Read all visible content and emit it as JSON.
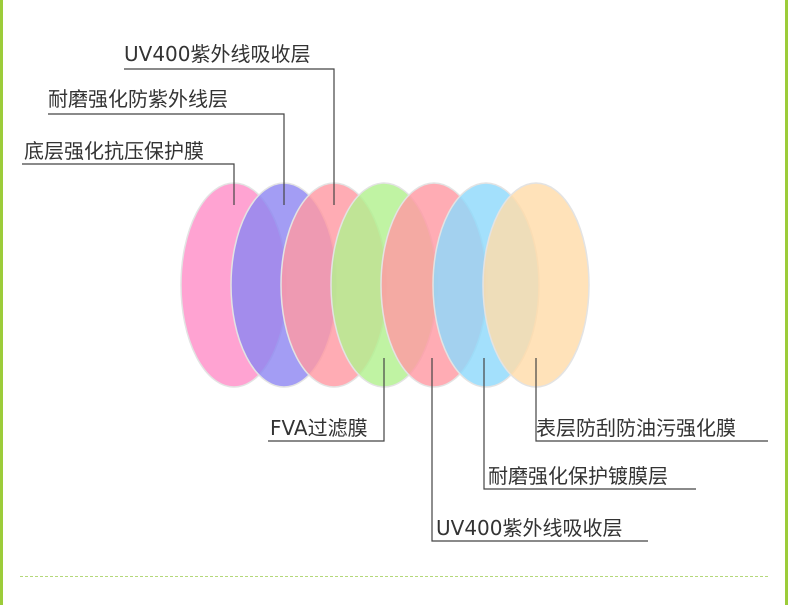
{
  "layers": [
    {
      "label": "底层强化抗压保护膜",
      "color": "#ff8fc8"
    },
    {
      "label": "耐磨强化防紫外线层",
      "color": "#8f88f2"
    },
    {
      "label": "UV400紫外线吸收层",
      "color": "#ff9aa3"
    },
    {
      "label": "FVA过滤膜",
      "color": "#b2f08f"
    },
    {
      "label": "UV400紫外线吸收层",
      "color": "#ff9aa3"
    },
    {
      "label": "耐磨强化保护镀膜层",
      "color": "#8fd9fb"
    },
    {
      "label": "表层防刮防油污强化膜",
      "color": "#ffdcaa"
    }
  ],
  "frame_color": "#9ccc3a"
}
